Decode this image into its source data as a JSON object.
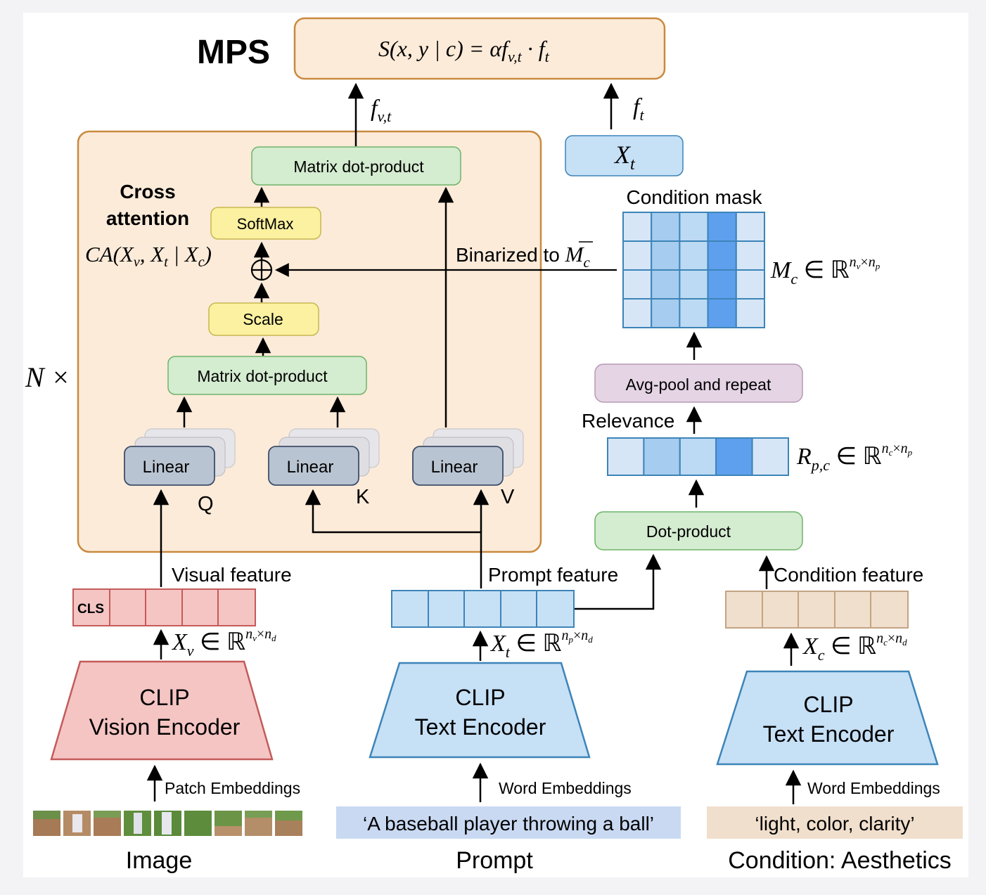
{
  "title": "MPS",
  "score_formula": {
    "lhs": "S(x, y | c) = αf",
    "sub1": "v,t",
    "mid": " · f",
    "sub2": "t"
  },
  "labels": {
    "f_vt": {
      "base": "f",
      "sub": "v,t"
    },
    "f_t": {
      "base": "f",
      "sub": "t"
    },
    "x_t_box": {
      "base": "X",
      "sub": "t"
    },
    "cross_attention": [
      "Cross",
      "attention"
    ],
    "ca_formula": "CA(X",
    "ca_formula_parts": {
      "a": "CA(X",
      "v": "v",
      "b": ", X",
      "t": "t",
      "c": " | X",
      "cc": "c",
      "d": ")"
    },
    "n_times": "N ×",
    "q": "Q",
    "k": "K",
    "v": "V",
    "binarized": "Binarized to ",
    "binarized_sym": {
      "base": "M",
      "sub": "c"
    },
    "condition_mask": "Condition mask",
    "mc_formula": {
      "base": "M",
      "sub": "c",
      "rest": " ∈ ℝ",
      "sup": "n",
      "sup_sub1": "v",
      "times": "×",
      "sup2": "n",
      "sup_sub2": "p"
    },
    "relevance": "Relevance",
    "rpc_formula": {
      "base": "R",
      "sub": "p,c",
      "rest": " ∈ ℝ",
      "sup": "n",
      "sup_sub1": "c",
      "times": "×",
      "sup2": "n",
      "sup_sub2": "p"
    },
    "visual_feature": "Visual feature",
    "prompt_feature": "Prompt feature",
    "condition_feature": "Condition feature",
    "cls": "CLS",
    "xv_formula": {
      "base": "X",
      "sub": "v",
      "rest": " ∈ ℝ",
      "sup": "n",
      "sup_sub1": "v",
      "times": "×",
      "sup2": "n",
      "sup_sub2": "d"
    },
    "xt_formula": {
      "base": "X",
      "sub": "t",
      "rest": " ∈ ℝ",
      "sup": "n",
      "sup_sub1": "p",
      "times": "×",
      "sup2": "n",
      "sup_sub2": "d"
    },
    "xc_formula": {
      "base": "X",
      "sub": "c",
      "rest": " ∈ ℝ",
      "sup": "n",
      "sup_sub1": "c",
      "times": "×",
      "sup2": "n",
      "sup_sub2": "d"
    },
    "patch_embeddings": "Patch Embeddings",
    "word_embeddings_1": "Word Embeddings",
    "word_embeddings_2": "Word Embeddings"
  },
  "boxes": {
    "matrix_dot_top": "Matrix dot-product",
    "softmax": "SoftMax",
    "scale": "Scale",
    "matrix_dot_bottom": "Matrix dot-product",
    "linear_q": "Linear",
    "linear_k": "Linear",
    "linear_v": "Linear",
    "avg_pool": "Avg-pool and repeat",
    "dot_product": "Dot-product"
  },
  "encoders": {
    "vision": [
      "CLIP",
      "Vision Encoder"
    ],
    "text": [
      "CLIP",
      "Text Encoder"
    ],
    "condition": [
      "CLIP",
      "Text Encoder"
    ]
  },
  "inputs": {
    "prompt_text": "‘A baseball player throwing a ball’",
    "condition_text": "‘light, color, clarity’"
  },
  "captions": {
    "image": "Image",
    "prompt": "Prompt",
    "condition": "Condition: Aesthetics"
  },
  "colors": {
    "orange_bg": "#fcebd9",
    "orange_border": "#c98a3f",
    "green": "#d4ecd0",
    "yellow": "#fbf1a0",
    "linear": "#b9c4d2",
    "blue_box": "#c6e0f6",
    "purple": "#e4d4e4",
    "red": "#f5c5c3",
    "beige": "#f0dfcc"
  },
  "mask_grid": [
    [
      "#d6e6f7",
      "#a6ccef",
      "#bcdaf3",
      "#5ea0ee",
      "#d6e6f7"
    ],
    [
      "#d6e6f7",
      "#a6ccef",
      "#bcdaf3",
      "#5ea0ee",
      "#d6e6f7"
    ],
    [
      "#d6e6f7",
      "#a6ccef",
      "#bcdaf3",
      "#5ea0ee",
      "#d6e6f7"
    ],
    [
      "#d6e6f7",
      "#a6ccef",
      "#bcdaf3",
      "#5ea0ee",
      "#d6e6f7"
    ]
  ],
  "relevance_cells": [
    "#d6e6f7",
    "#a6ccef",
    "#bcdaf3",
    "#5ea0ee",
    "#d6e6f7"
  ]
}
